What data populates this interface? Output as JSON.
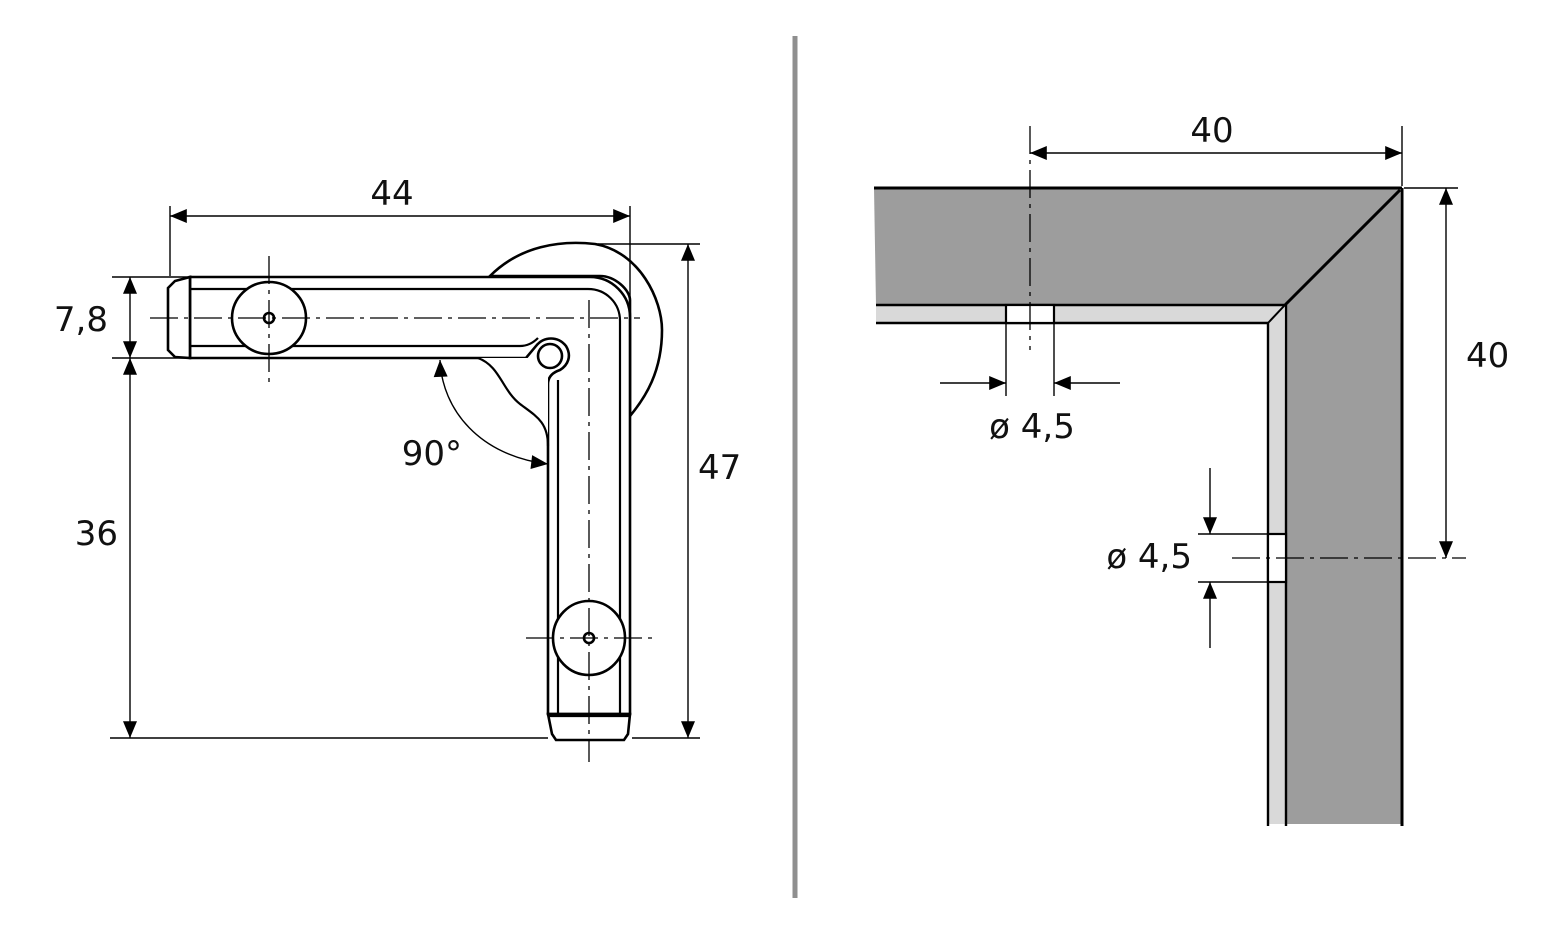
{
  "colors": {
    "divider": "#8f8f8f",
    "panel": "#9d9d9d",
    "edge_band": "#d9d9d9",
    "line": "#000000"
  },
  "left_view": {
    "dimensions": {
      "width": "44",
      "arm_thickness": "7,8",
      "height": "47",
      "lower_length": "36",
      "angle": "90°"
    }
  },
  "right_view": {
    "dimensions": {
      "hole_spacing_horizontal": "40",
      "hole_spacing_vertical": "40",
      "hole_diameter_top": "ø 4,5",
      "hole_diameter_side": "ø 4,5"
    }
  }
}
